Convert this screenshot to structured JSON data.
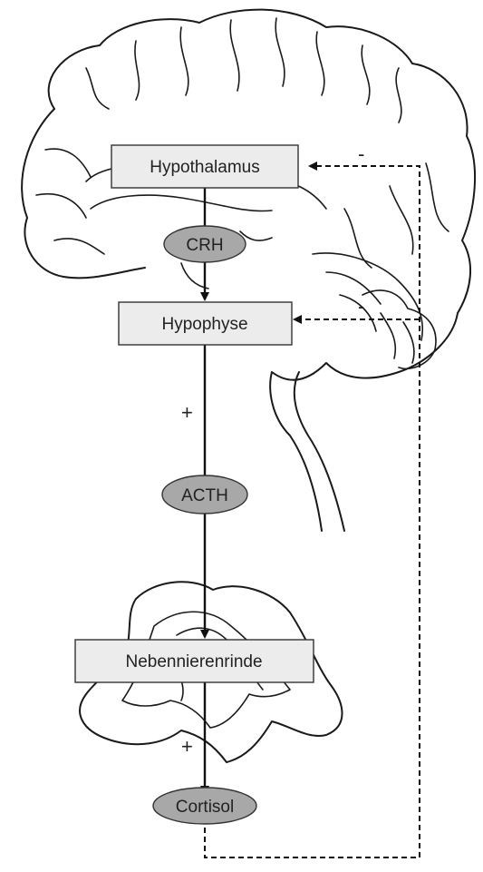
{
  "nodes": {
    "hypothalamus": "Hypothalamus",
    "crh": "CRH",
    "hypophyse": "Hypophyse",
    "acth": "ACTH",
    "nebennierenrinde": "Nebennierenrinde",
    "cortisol": "Cortisol"
  },
  "signs": {
    "plus_hypophyse_acth": "+",
    "plus_nnr_cortisol": "+",
    "minus_hypothalamus": "-",
    "minus_hypophyse": "-"
  },
  "colors": {
    "box_fill": "#ececec",
    "oval_fill": "#a8a8a8",
    "line": "#111111"
  }
}
